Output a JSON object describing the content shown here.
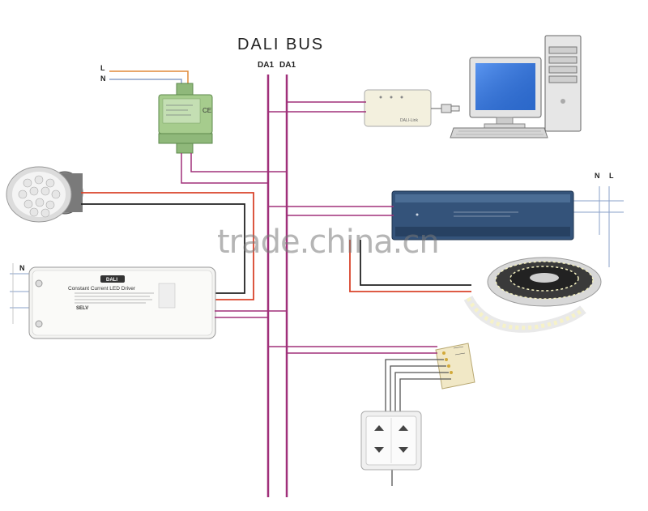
{
  "bus": {
    "title": "DALI BUS",
    "line1_label": "DA1",
    "line2_label": "DA1"
  },
  "mains": {
    "left_L": "L",
    "left_N": "N",
    "right_N": "N",
    "right_L": "L",
    "driver_N": "N"
  },
  "power_module": {
    "mark": "CE"
  },
  "usb_interface": {
    "label": "DALI-Link"
  },
  "led_driver": {
    "badge": "DALI",
    "title": "Constant Current LED Driver",
    "selv": "SELV"
  },
  "watermark": "trade.china.cn",
  "colors": {
    "dali_bus": "#a0307a",
    "live_wire": "#d9442b",
    "neutral_wire": "#222222",
    "mains_orange": "#e08a3a",
    "mains_blue": "#8aa0c8"
  }
}
